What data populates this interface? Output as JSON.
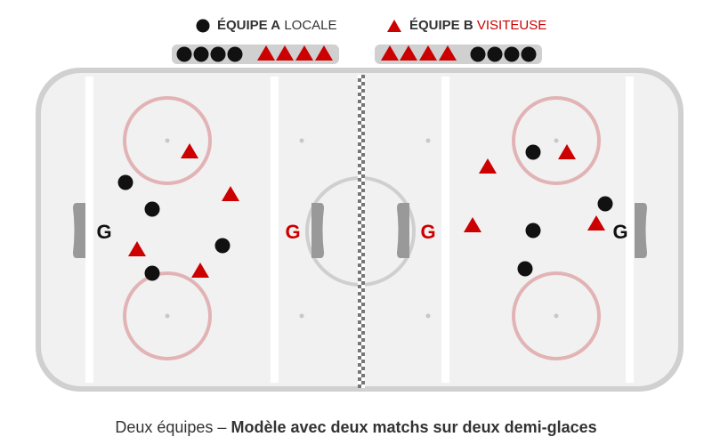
{
  "legend": {
    "team_a": {
      "label_bold": "ÉQUIPE A",
      "label_rest": "LOCALE",
      "icon": "black-circle"
    },
    "team_b": {
      "label_bold": "ÉQUIPE B",
      "label_rest": "VISITEUSE",
      "icon": "red-triangle"
    }
  },
  "goalie_label": "G",
  "caption": {
    "prefix": "Deux équipes – ",
    "bold": "Modèle avec deux matchs sur deux demi-glaces"
  },
  "colors": {
    "team_a": "#111111",
    "team_b": "#cc0000",
    "circle_red": "#e2b3b5",
    "ice": "#f1f1f1",
    "board": "#cfcfcf"
  }
}
